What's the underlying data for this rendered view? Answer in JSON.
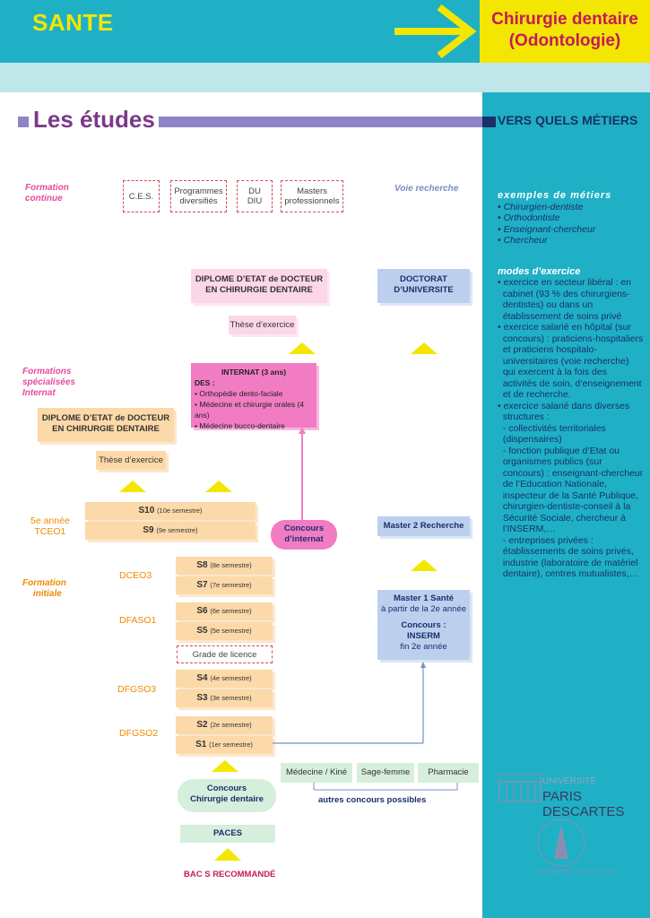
{
  "header": {
    "left_title": "SANTE",
    "right_title_line1": "Chirurgie dentaire",
    "right_title_line2": "(Odontologie)"
  },
  "section": {
    "title": "Les études",
    "right_title": "VERS QUELS MÉTIERS"
  },
  "side_labels": {
    "formation_continue_1": "Formation",
    "formation_continue_2": "continue",
    "formations_specialisees_1": "Formations",
    "formations_specialisees_2": "spécialisées",
    "formations_specialisees_3": "Internat",
    "tceo1_1": "5e année",
    "tceo1_2": "TCEO1",
    "formation_initiale_1": "Formation",
    "formation_initiale_2": "initiale",
    "voie_recherche": "Voie recherche"
  },
  "continue_boxes": [
    "C.E.S.",
    "Programmes diversifiés",
    "DU DIU",
    "Masters professionnels"
  ],
  "diplome_docteur_top_1": "DIPLOME D’ETAT de DOCTEUR",
  "diplome_docteur_top_2": "EN CHIRURGIE DENTAIRE",
  "doctorat_1": "DOCTORAT",
  "doctorat_2": "D’UNIVERSITE",
  "these_top": "Thèse d’exercice",
  "internat": {
    "title": "INTERNAT (3 ans)",
    "des": "DES :",
    "items": [
      "• Orthopédie dento-faciale",
      "• Médecine et chirurgie orales (4 ans)",
      "• Médecine bucco-dentaire"
    ]
  },
  "diplome_docteur_left_1": "DIPLOME D’ETAT de DOCTEUR",
  "diplome_docteur_left_2": "EN CHIRURGIE DENTAIRE",
  "these_left": "Thèse d’exercice",
  "concours_internat_1": "Concours",
  "concours_internat_2": "d’internat",
  "master2": "Master 2 Recherche",
  "semesters": {
    "s10": "S10",
    "s10_sub": "(10e semestre)",
    "s9": "S9",
    "s9_sub": "(9e semestre)",
    "s8": "S8",
    "s8_sub": "(8e semestre)",
    "s7": "S7",
    "s7_sub": "(7e semestre)",
    "s6": "S6",
    "s6_sub": "(6e semestre)",
    "s5": "S5",
    "s5_sub": "(5e semestre)",
    "s4": "S4",
    "s4_sub": "(4e semestre)",
    "s3": "S3",
    "s3_sub": "(3e semestre)",
    "s2": "S2",
    "s2_sub": "(2e semestre)",
    "s1": "S1",
    "s1_sub": "(1er semestre)"
  },
  "cycle_labels": [
    "DCEO3",
    "DFASO1",
    "DFGSO3",
    "DFGSO2"
  ],
  "grade_licence": "Grade de licence",
  "master1": {
    "title": "Master 1 Santé",
    "line2": "à partir de la 2e année",
    "concours": "Concours :",
    "inserm": "INSERM",
    "fin": "fin 2e année"
  },
  "other_paths": [
    "Médecine / Kiné",
    "Sage-femme",
    "Pharmacie"
  ],
  "autres_concours": "autres concours possibles",
  "concours_chir_1": "Concours",
  "concours_chir_2": "Chirurgie dentaire",
  "paces": "PACES",
  "bac": "BAC S RECOMMANDÉ",
  "sidebar": {
    "exemples_title": "exemples de métiers",
    "exemples": [
      "• Chirurgien-dentiste",
      "• Orthodontiste",
      "• Enseignant-chercheur",
      "• Chercheur"
    ],
    "modes_title": "modes d’exercice",
    "modes": [
      "• exercice en secteur libéral : en",
      "  cabinet (93 % des chirurgiens-",
      "  dentistes) ou dans un",
      "  établissement de soins privé",
      "• exercice salarié en hôpital (sur",
      "  concours) : praticiens-hospitaliers",
      "  et praticiens hospitalo-",
      "  universitaires (voie recherche)",
      "  qui exercent à la fois des",
      "  activités de soin, d’enseignement",
      "  et de recherche.",
      "• exercice salarié dans diverses",
      "  structures :",
      "  - collectivités territoriales",
      "  (dispensaires)",
      "  - fonction publique d’Etat ou",
      "  organismes publics (sur",
      "  concours) : enseignant-chercheur",
      "  de l’Education Nationale,",
      "  inspecteur de la Santé Publique,",
      "  chirurgien-dentiste-conseil à la",
      "  Sécurité Sociale, chercheur à",
      "  l’INSERM,…",
      "  - entreprises privées :",
      "  établissements de soins privés,",
      "  industrie (laboratoire de matériel",
      "  dentaire), centres mutualistes,…"
    ]
  },
  "logo": {
    "univ": "UNIVERSITÉ",
    "name": "PARIS DESCARTES",
    "seal": "SORBONNE PARIS CITÉ"
  },
  "colors": {
    "header_teal": "#1fb0c6",
    "yellow": "#f3e600",
    "magenta": "#c41a5c",
    "peach": "#fcd9a8",
    "pink": "#f27cc4",
    "blue": "#bcd0ee"
  }
}
